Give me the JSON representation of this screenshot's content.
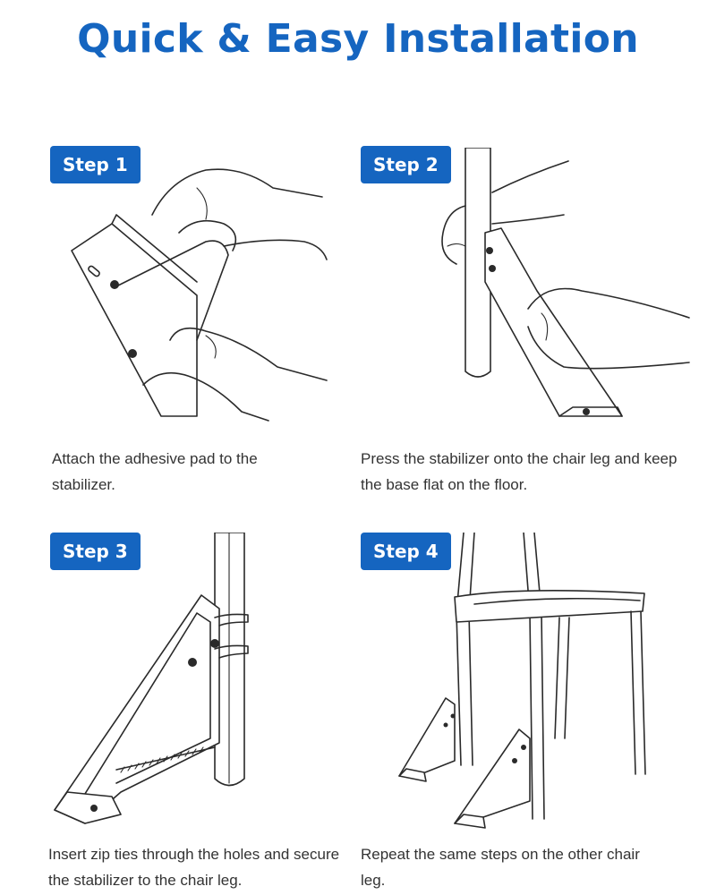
{
  "title": "Quick & Easy Installation",
  "steps": [
    {
      "label": "Step 1",
      "text": "Attach the adhesive pad to the stabilizer."
    },
    {
      "label": "Step 2",
      "text": "Press the stabilizer onto the chair leg and keep the base flat on the floor."
    },
    {
      "label": "Step 3",
      "text": "Insert zip ties through the holes and secure the stabilizer to the chair leg."
    },
    {
      "label": "Step 4",
      "text": "Repeat the same steps on the other chair leg."
    }
  ],
  "colors": {
    "accent": "#1565c0",
    "text": "#333333",
    "background": "#ffffff"
  }
}
